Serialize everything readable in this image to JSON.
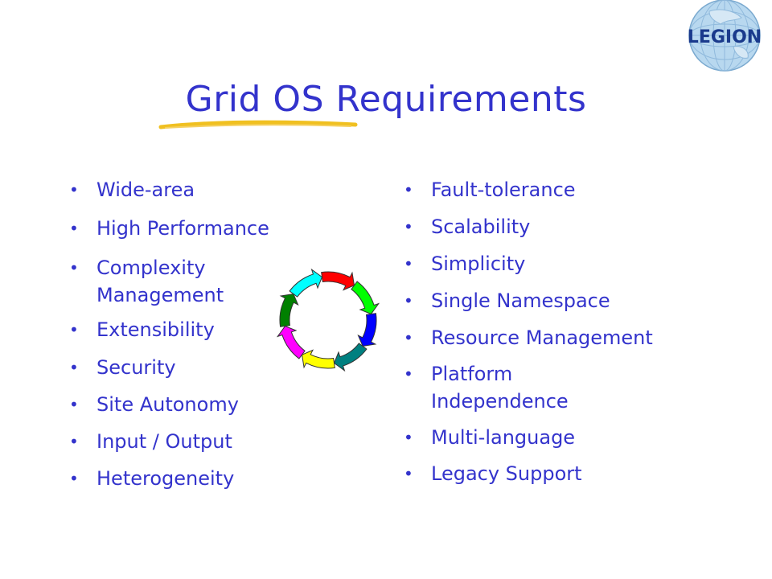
{
  "slide": {
    "title": "Grid OS Requirements",
    "logo_text": "LEGION",
    "bullet_glyph": "•",
    "left_items": [
      "Wide-area",
      "High Performance",
      "Complexity Management",
      "Extensibility",
      "Security",
      "Site Autonomy",
      "Input / Output",
      "Heterogeneity"
    ],
    "right_items": [
      "Fault-tolerance",
      "Scalability",
      "Simplicity",
      "Single Namespace",
      "Resource Management",
      "Platform Independence",
      "Multi-language",
      "Legacy Support"
    ]
  },
  "colors": {
    "text": "#3333cc",
    "underline": "#f0c020",
    "globe": "#b8d8ef",
    "logo_text": "#1a3a8c"
  },
  "cycle_icon": {
    "name": "circular-arrows-icon",
    "arrow_colors": [
      "#ff0000",
      "#00ff00",
      "#0000ff",
      "#008080",
      "#ffff00",
      "#ff00ff",
      "#008000",
      "#00ffff"
    ]
  }
}
